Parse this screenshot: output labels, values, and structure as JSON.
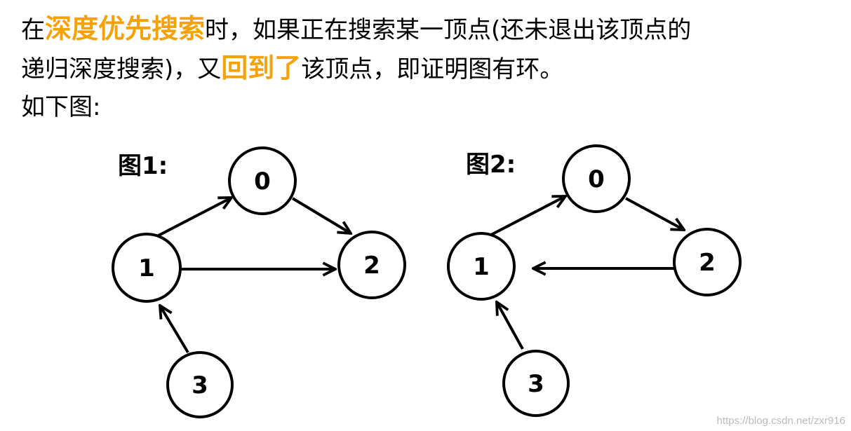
{
  "intro": {
    "line1_part1": "在",
    "line1_highlight": "深度优先搜索",
    "line1_part2": "时，如果正在搜索某一顶点(还未退出该顶点的",
    "line2_part1": "递归深度搜索)，又",
    "line2_highlight": "回到了",
    "line2_part2": "该顶点，即证明图有环。",
    "line3": "如下图:"
  },
  "colors": {
    "highlight": "#f5a20a",
    "stroke": "#000000"
  },
  "figures": [
    {
      "title": "图1:",
      "nodes": [
        "0",
        "1",
        "2",
        "3"
      ],
      "edges": [
        [
          "1",
          "0"
        ],
        [
          "0",
          "2"
        ],
        [
          "1",
          "2"
        ],
        [
          "3",
          "1"
        ]
      ]
    },
    {
      "title": "图2:",
      "nodes": [
        "0",
        "1",
        "2",
        "3"
      ],
      "edges": [
        [
          "1",
          "0"
        ],
        [
          "0",
          "2"
        ],
        [
          "2",
          "1"
        ],
        [
          "3",
          "1"
        ]
      ]
    }
  ],
  "watermark": "https://blog.csdn.net/zxr916"
}
